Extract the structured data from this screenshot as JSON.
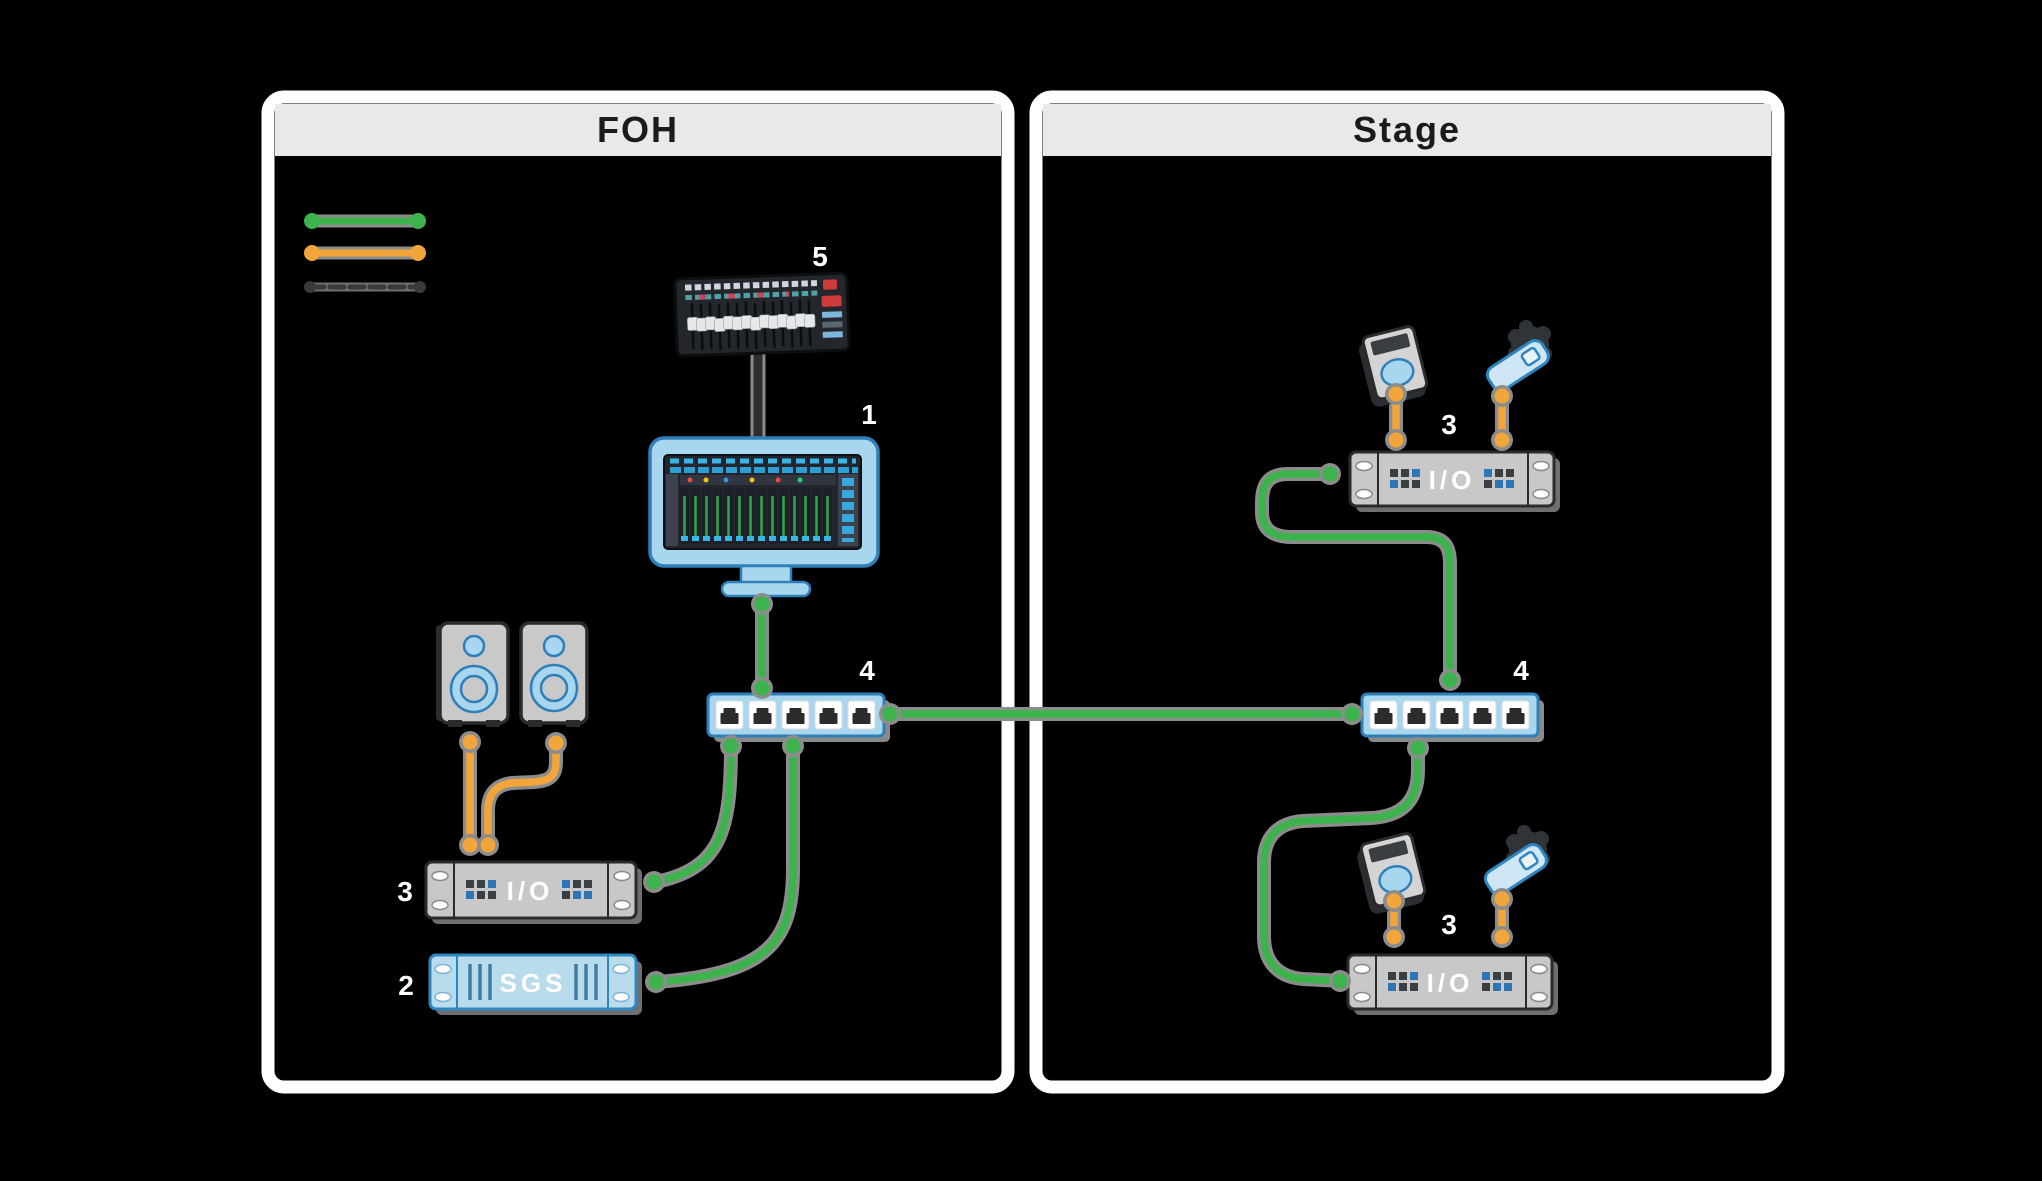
{
  "panels": {
    "foh": {
      "title": "FOH"
    },
    "stage": {
      "title": "Stage"
    }
  },
  "legend": {
    "items": [
      {
        "name": "green-network-cable",
        "color": "#3cb34c",
        "label": ""
      },
      {
        "name": "orange-analog-cable",
        "color": "#f2a53a",
        "label": ""
      },
      {
        "name": "dark-usb-cable",
        "color": "#3a3a3a",
        "label": ""
      }
    ]
  },
  "devices": {
    "controller": {
      "number": "5"
    },
    "computer": {
      "number": "1"
    },
    "sgs": {
      "number": "2",
      "label": "SGS"
    },
    "io_foh": {
      "number": "3",
      "label": "I/O"
    },
    "switch_foh": {
      "number": "4"
    },
    "switch_stage": {
      "number": "4"
    },
    "io_stage_top": {
      "number": "3",
      "label": "I/O"
    },
    "io_stage_bottom": {
      "number": "3",
      "label": "I/O"
    }
  },
  "colors": {
    "green": "#3cb34c",
    "orange": "#f2a53a",
    "dark_cable": "#2e2e2e",
    "halo_gray": "#8c8c8c",
    "panel_header": "#e9e9e8",
    "device_blue_fill": "#a9d6ef",
    "device_blue_border": "#2f80b9",
    "rack_gray": "#c8c8c8",
    "sgs_fill": "#b9dcec",
    "sgs_border": "#2e86c1"
  }
}
